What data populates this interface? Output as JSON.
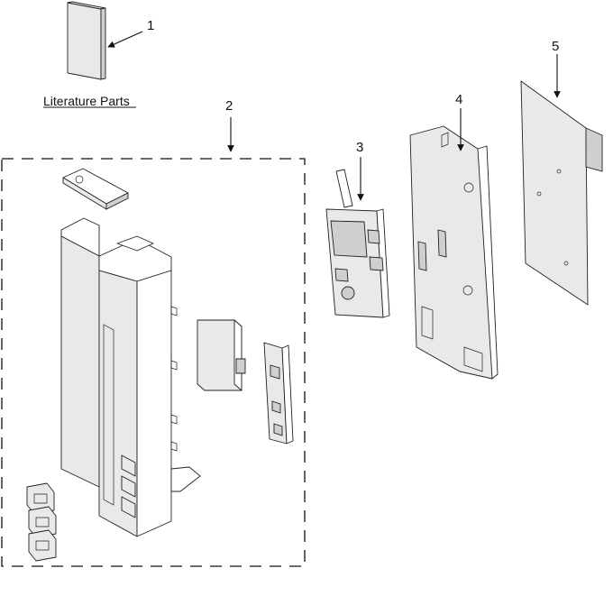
{
  "callouts": [
    {
      "id": "1",
      "label": "1"
    },
    {
      "id": "2",
      "label": "2"
    },
    {
      "id": "3",
      "label": "3"
    },
    {
      "id": "4",
      "label": "4"
    },
    {
      "id": "5",
      "label": "5"
    }
  ],
  "captions": {
    "literature": "Literature Parts"
  },
  "colors": {
    "line": "#222222",
    "background": "#ffffff",
    "shade": "#e9e9e9"
  }
}
